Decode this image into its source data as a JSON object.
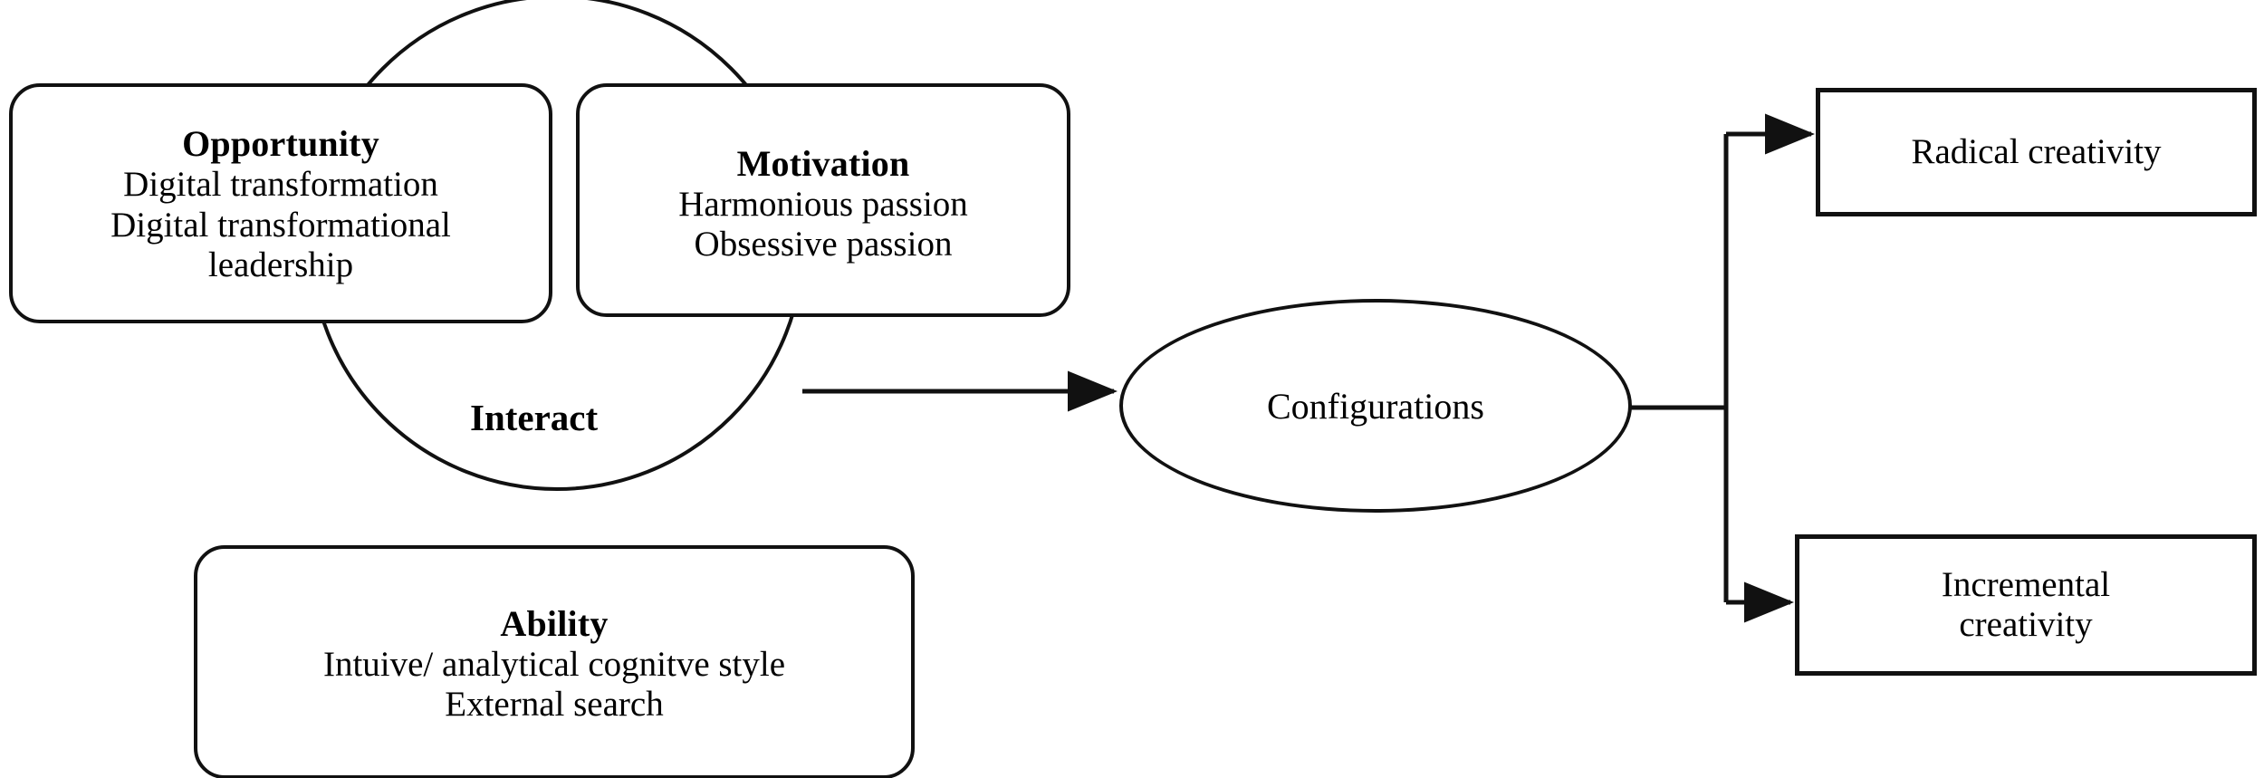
{
  "diagram": {
    "type": "conceptual-framework",
    "background_color": "#ffffff",
    "stroke_color": "#111111",
    "text_color": "#000000",
    "interact_label": "Interact",
    "nodes": [
      {
        "id": "opportunity",
        "shape": "rounded-rectangle",
        "title": "Opportunity",
        "lines": [
          "Digital transformation",
          "Digital transformational leadership"
        ]
      },
      {
        "id": "motivation",
        "shape": "rounded-rectangle",
        "title": "Motivation",
        "lines": [
          "Harmonious passion",
          "Obsessive passion"
        ]
      },
      {
        "id": "ability",
        "shape": "rounded-rectangle",
        "title": "Ability",
        "lines": [
          "Intuive/ analytical cognitve style",
          "External search"
        ]
      },
      {
        "id": "configurations",
        "shape": "ellipse",
        "title": "Configurations",
        "lines": []
      },
      {
        "id": "radical",
        "shape": "rectangle",
        "title": "Radical creativity",
        "lines": []
      },
      {
        "id": "incremental",
        "shape": "rectangle",
        "title": "Incremental creativity",
        "lines": []
      }
    ]
  },
  "boxes": {
    "opportunity": {
      "title": "Opportunity",
      "line1": "Digital transformation",
      "line2": "Digital transformational",
      "line3": "leadership"
    },
    "motivation": {
      "title": "Motivation",
      "line1": "Harmonious passion",
      "line2": "Obsessive passion"
    },
    "ability": {
      "title": "Ability",
      "line1": "Intuive/ analytical cognitve style",
      "line2": "External search"
    },
    "configurations": {
      "label": "Configurations"
    },
    "radical": {
      "label": "Radical creativity"
    },
    "incremental": {
      "line1": "Incremental",
      "line2": "creativity"
    }
  },
  "labels": {
    "interact": "Interact"
  }
}
